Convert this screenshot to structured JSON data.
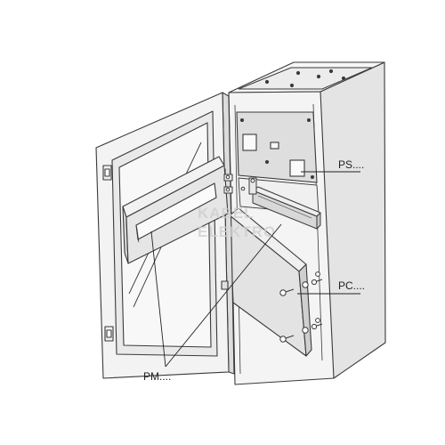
{
  "labels": {
    "ps": "PS....",
    "pc": "PC....",
    "pm": "PM...."
  },
  "watermark": {
    "line1": "KABEL",
    "line2": "ELEKTRO"
  },
  "colors": {
    "cabinet_fill": "#f4f4f4",
    "shade_fill": "#dedede",
    "panel_fill": "#e2e2e2",
    "outline": "#3a3a3a",
    "glass": "#f8f8f8"
  }
}
